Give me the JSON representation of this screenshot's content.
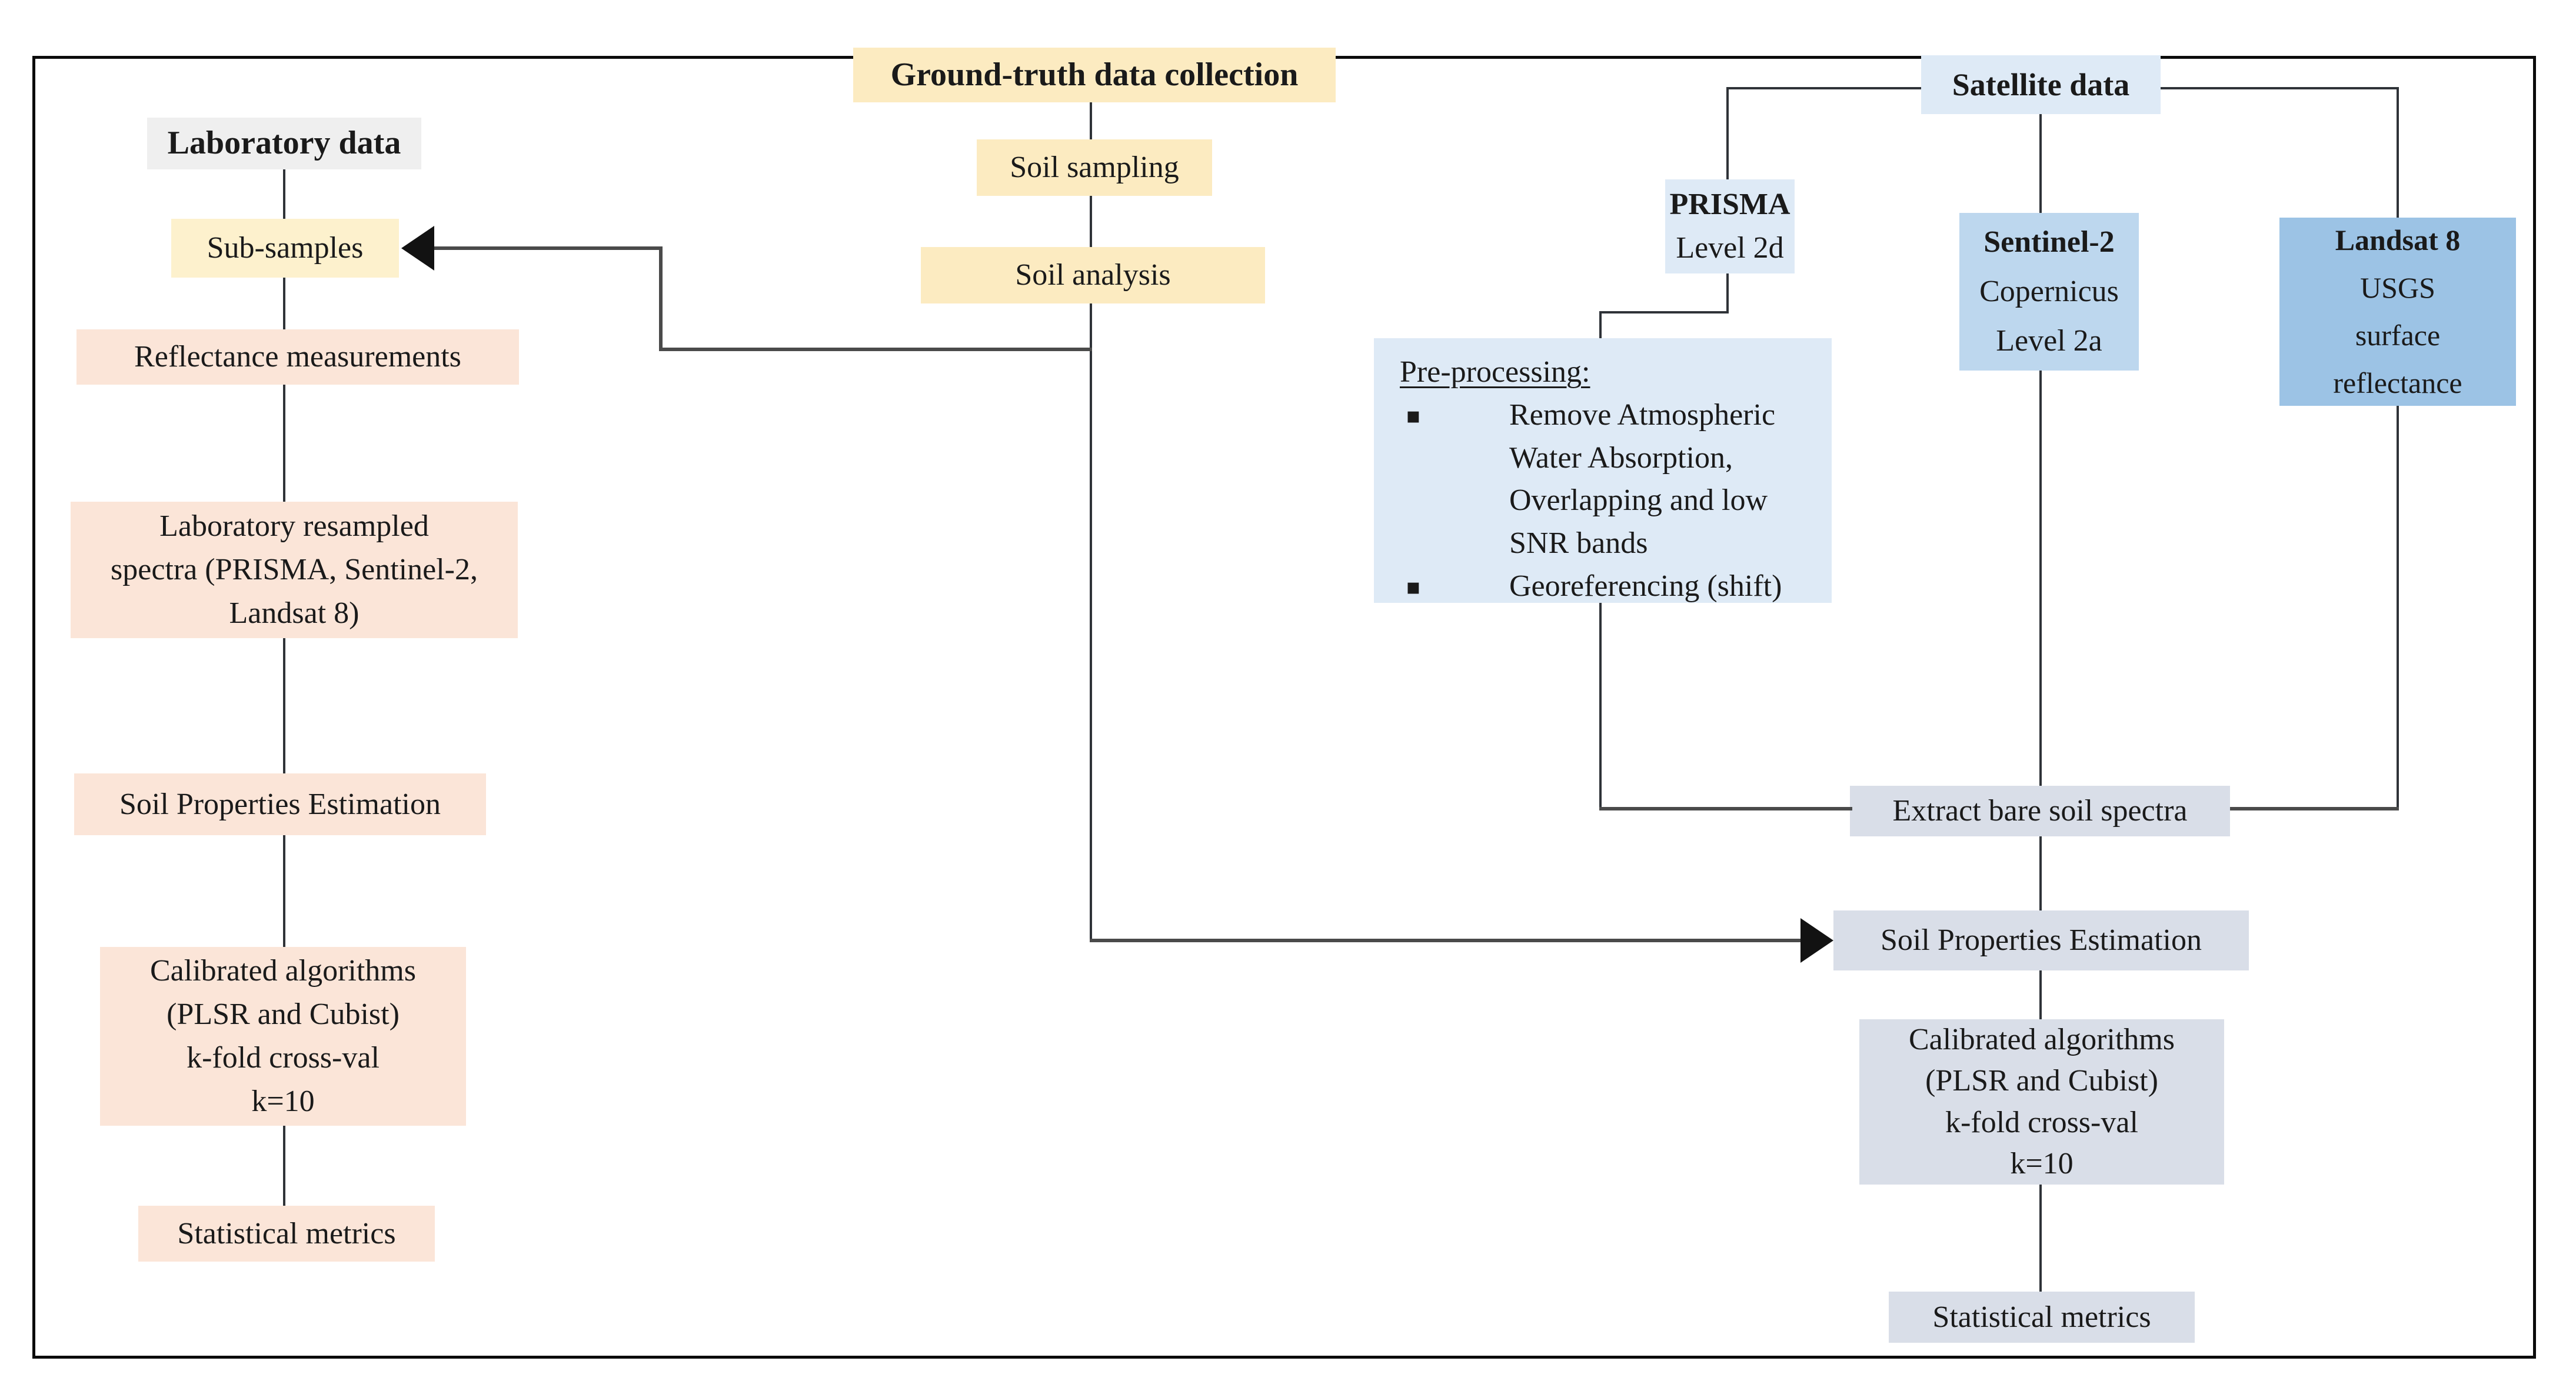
{
  "figure": {
    "description": "Methodology flowchart: ground-truth, laboratory and satellite data processing for soil properties estimation"
  },
  "colors": {
    "frame_border": "#0b0b0b",
    "laboratory_header_box": "#EFEFEF",
    "ground_truth_boxes": "#FCEBC1",
    "sub_samples_box": "#FDF1CD",
    "laboratory_chain_boxes": "#FBE5D8",
    "satellite_light_blue": "#DEEAF6",
    "sentinel_medium_blue": "#BDD7EE",
    "landsat_dark_blue": "#9CC3E5",
    "satellite_chain_boxes": "#D9DEE8",
    "connector_line": "#2f3338",
    "arrow_line": "#4a4a4a",
    "text": "#1a1a1a"
  },
  "left_column": {
    "laboratory_data": "Laboratory data",
    "sub_samples": "Sub-samples",
    "reflectance_measurements": "Reflectance measurements",
    "lab_resampled_lines": [
      "Laboratory resampled",
      "spectra (PRISMA, Sentinel-2,",
      "Landsat 8)"
    ],
    "soil_properties_estimation": "Soil Properties Estimation",
    "calibrated_lines": [
      "Calibrated algorithms",
      "(PLSR and Cubist)",
      "k-fold cross-val",
      "k=10"
    ],
    "statistical_metrics": "Statistical metrics"
  },
  "center_column": {
    "ground_truth": "Ground-truth data collection",
    "soil_sampling": "Soil sampling",
    "soil_analysis": "Soil analysis"
  },
  "right_section": {
    "satellite_data": "Satellite data",
    "prisma_title": "PRISMA",
    "prisma_subtitle": "Level 2d",
    "sentinel_title": "Sentinel-2",
    "sentinel_lines": [
      "Copernicus",
      "Level 2a"
    ],
    "landsat_title": "Landsat 8",
    "landsat_lines": [
      "USGS",
      "surface",
      "reflectance"
    ],
    "preprocessing_heading": "Pre-processing:",
    "bullet_icon": "▪",
    "preprocessing_bullets": [
      "Remove Atmospheric Water Absorption, Overlapping and low SNR bands",
      "Georeferencing (shift)"
    ],
    "extract_bare_soil": "Extract bare soil spectra",
    "soil_properties_estimation": "Soil Properties Estimation",
    "calibrated_lines": [
      "Calibrated algorithms",
      "(PLSR and Cubist)",
      "k-fold cross-val",
      "k=10"
    ],
    "statistical_metrics": "Statistical metrics"
  }
}
